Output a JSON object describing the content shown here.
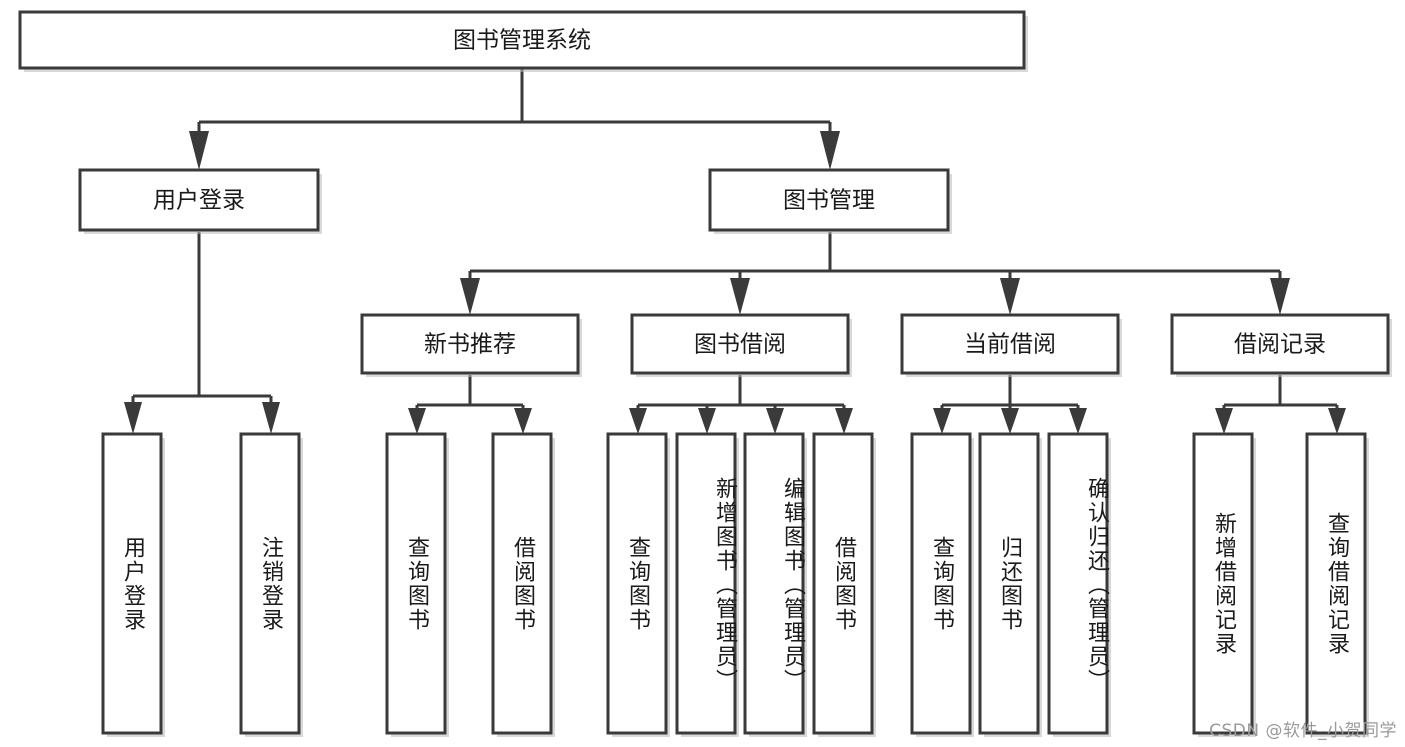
{
  "diagram": {
    "type": "hierarchy-tree",
    "title": "图书管理系统",
    "watermark": "CSDN @软件_小贺同学",
    "colors": {
      "box_stroke": "#3a3a3a",
      "box_fill": "#ffffff",
      "text": "#1a1a1a",
      "watermark": "#9a9a9a",
      "background": "#ffffff"
    },
    "levels": {
      "root": {
        "label": "图书管理系统"
      },
      "level2": [
        {
          "id": "user-login",
          "label": "用户登录"
        },
        {
          "id": "book-manage",
          "label": "图书管理"
        }
      ],
      "level3": [
        {
          "id": "new-book-rec",
          "label": "新书推荐",
          "parent": "book-manage"
        },
        {
          "id": "book-borrow",
          "label": "图书借阅",
          "parent": "book-manage"
        },
        {
          "id": "current-borrow",
          "label": "当前借阅",
          "parent": "book-manage"
        },
        {
          "id": "borrow-record",
          "label": "借阅记录",
          "parent": "book-manage"
        }
      ],
      "leaves": [
        {
          "id": "leaf-user-login",
          "label": "用户登录",
          "parent": "user-login"
        },
        {
          "id": "leaf-logout",
          "label": "注销登录",
          "parent": "user-login"
        },
        {
          "id": "leaf-query-book-1",
          "label": "查询图书",
          "parent": "new-book-rec"
        },
        {
          "id": "leaf-borrow-book-1",
          "label": "借阅图书",
          "parent": "new-book-rec"
        },
        {
          "id": "leaf-query-book-2",
          "label": "查询图书",
          "parent": "book-borrow"
        },
        {
          "id": "leaf-add-book",
          "label": "新增图书（管理员）",
          "parent": "book-borrow"
        },
        {
          "id": "leaf-edit-book",
          "label": "编辑图书（管理员）",
          "parent": "book-borrow"
        },
        {
          "id": "leaf-borrow-book-2",
          "label": "借阅图书",
          "parent": "book-borrow"
        },
        {
          "id": "leaf-query-book-3",
          "label": "查询图书",
          "parent": "current-borrow"
        },
        {
          "id": "leaf-return-book",
          "label": "归还图书",
          "parent": "current-borrow"
        },
        {
          "id": "leaf-confirm-return",
          "label": "确认归还（管理员）",
          "parent": "current-borrow"
        },
        {
          "id": "leaf-add-record",
          "label": "新增借阅记录",
          "parent": "borrow-record"
        },
        {
          "id": "leaf-query-record",
          "label": "查询借阅记录",
          "parent": "borrow-record"
        }
      ]
    }
  }
}
